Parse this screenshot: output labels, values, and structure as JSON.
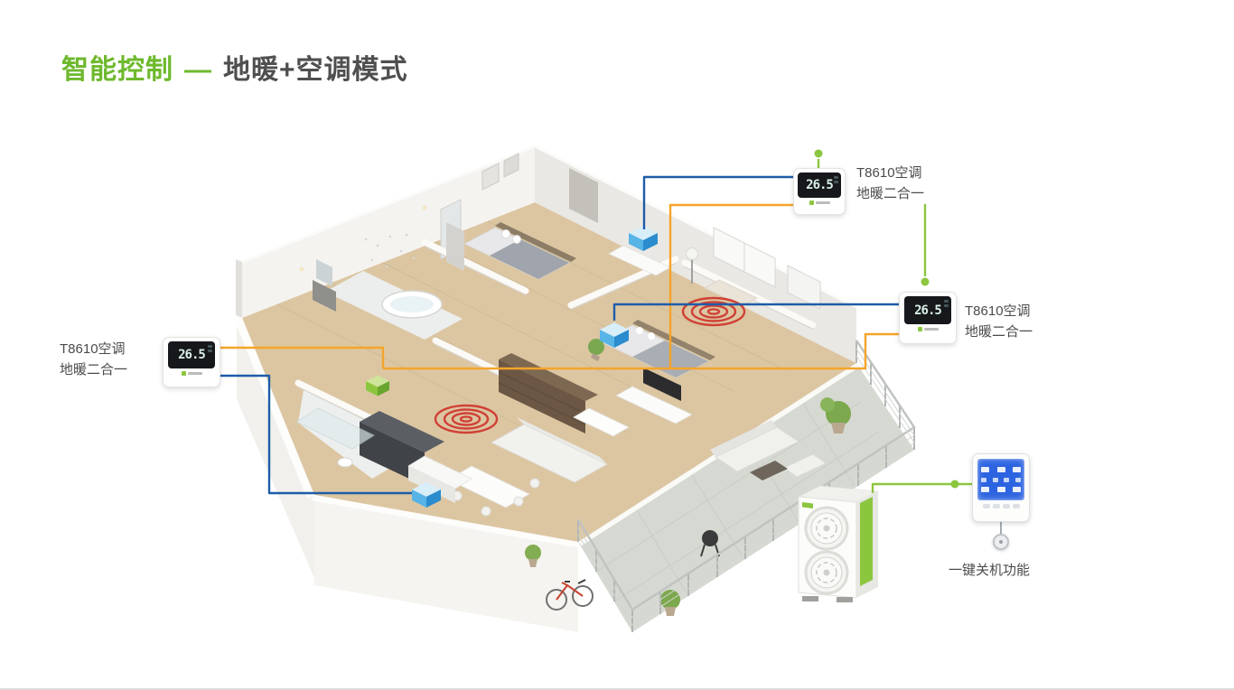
{
  "title": {
    "highlight": "智能控制",
    "separator": "—",
    "main": "地暖+空调模式"
  },
  "thermostats": {
    "display_value": "26.5",
    "left_label": {
      "line1": "T8610空调",
      "line2": "地暖二合一"
    },
    "top_label": {
      "line1": "T8610空调",
      "line2": "地暖二合一"
    },
    "right_label": {
      "line1": "T8610空调",
      "line2": "地暖二合一"
    }
  },
  "controller": {
    "label": "一键关机功能"
  },
  "colors": {
    "title_green": "#6eb92d",
    "title_text": "#4f4f4f",
    "blue_line": "#1e5ca8",
    "orange_line": "#f5a42a",
    "green_line": "#8cc63f",
    "heating_coil_red": "#d03a30",
    "fan_coil_blue": "#58b4e6",
    "gateway_green": "#8cc63f",
    "controller_screen_blue": "#2c63e0"
  },
  "icons": {
    "connection_node": "green-dot",
    "indoor_fan_coil": "blue-iso-box",
    "smart_gateway": "green-iso-box",
    "floor_heating": "red-spiral-coil",
    "outdoor_unit": "heat-pump-cabinet",
    "shutdown_button": "round-push-button"
  }
}
